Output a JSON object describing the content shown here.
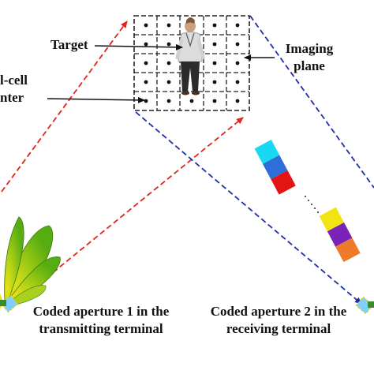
{
  "labels": {
    "target": "Target",
    "imaging_plane_line1": "Imaging",
    "imaging_plane_line2": "plane",
    "grid_cell_line1": "l-cell",
    "grid_cell_line2": "nter",
    "aperture1_line1": "Coded aperture 1 in the",
    "aperture1_line2": "transmitting terminal",
    "aperture2_line1": "Coded aperture 2 in the",
    "aperture2_line2": "receiving terminal"
  },
  "colors": {
    "transmit_path": "#e0241b",
    "receive_path": "#1f2fa8",
    "grid_line": "#222222",
    "beam_green": "#66b814",
    "beam_yellow": "#e9e21a",
    "aperture_upper_top": "#19d8f2",
    "aperture_upper_mid": "#2e6ed8",
    "aperture_upper_bottom": "#e31414",
    "aperture_lower_top": "#f2e411",
    "aperture_lower_mid": "#7b22b8",
    "aperture_lower_bottom": "#ef7a2a"
  },
  "icons": {
    "target_person": "person-figure-icon",
    "antenna_beam": "antenna-beam-pattern-icon"
  }
}
